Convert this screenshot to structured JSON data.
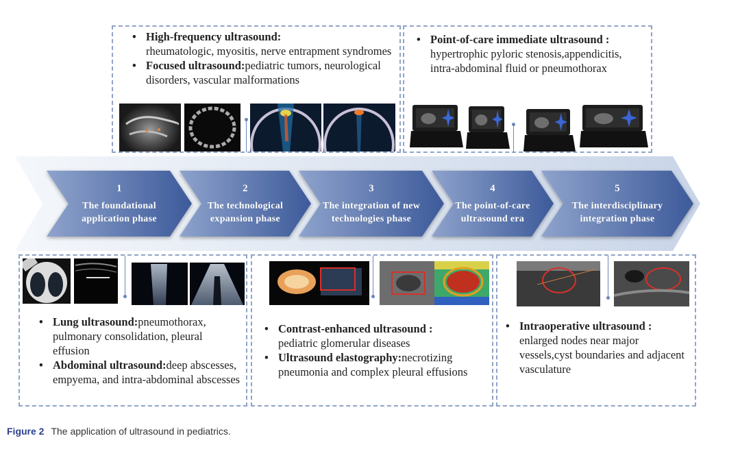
{
  "top_boxes": [
    {
      "id": "high-frequency-focused",
      "bullets": [
        {
          "heading": "High-frequency ultrasound:",
          "text": "rheumatologic, myositis, nerve entrapment syndromes",
          "heading_on_own_line": true
        },
        {
          "heading": "Focused ultrasound:",
          "text": "pediatric tumors, neurological disorders, vascular malformations",
          "heading_on_own_line": false
        }
      ],
      "images": [
        "brain-3d-reconstruction",
        "skull-axial-ultrasound",
        "focused-ultrasound-heatmap-skull-1",
        "focused-ultrasound-heatmap-skull-2"
      ]
    },
    {
      "id": "point-of-care",
      "bullets": [
        {
          "heading": "Point-of-care immediate ultrasound :",
          "text": "hypertrophic pyloric stenosis,appendicitis, intra-abdominal fluid or pneumothorax",
          "heading_on_own_line": true
        }
      ],
      "images": [
        "portable-ultrasound-device-1",
        "portable-ultrasound-device-2",
        "portable-ultrasound-device-3",
        "portable-ultrasound-device-4"
      ]
    }
  ],
  "phases": [
    {
      "number": "1",
      "line1": "The foundational",
      "line2": "application phase"
    },
    {
      "number": "2",
      "line1": "The technological",
      "line2": "expansion phase"
    },
    {
      "number": "3",
      "line1": "The integration of new",
      "line2": "technologies phase"
    },
    {
      "number": "4",
      "line1": "The point-of-care",
      "line2": "ultrasound era"
    },
    {
      "number": "5",
      "line1": "The interdisciplinary",
      "line2": "integration phase"
    }
  ],
  "bottom_boxes": [
    {
      "id": "lung-abdominal",
      "bullets": [
        {
          "heading": "Lung ultrasound:",
          "text": "pneumothorax, pulmonary consolidation, pleural effusion"
        },
        {
          "heading": "Abdominal ultrasound:",
          "text": "deep abscesses, empyema, and intra-abdominal abscesses"
        }
      ],
      "images": [
        "chest-ct-scan",
        "lung-ultrasound-pleural-line",
        "lung-ultrasound-b-lines-1",
        "lung-ultrasound-b-lines-2"
      ]
    },
    {
      "id": "contrast-elastography",
      "bullets": [
        {
          "heading": "Contrast-enhanced ultrasound :",
          "text": "pediatric glomerular diseases",
          "heading_on_own_line": true
        },
        {
          "heading": "Ultrasound elastography:",
          "text": "necrotizing pneumonia and complex pleural effusions"
        }
      ],
      "images": [
        "contrast-enhanced-kidney-ultrasound",
        "elastography-lesion-map"
      ]
    },
    {
      "id": "intraoperative",
      "bullets": [
        {
          "heading": "Intraoperative ultrasound :",
          "text": "enlarged nodes near major vessels,cyst boundaries and adjacent vasculature",
          "heading_on_own_line": true
        }
      ],
      "images": [
        "intraoperative-ultrasound-node",
        "intraoperative-ultrasound-cyst"
      ]
    }
  ],
  "caption": {
    "label": "Figure 2",
    "text": "The application of ultrasound in pediatrics."
  },
  "colors": {
    "phase_dark": "#3d5a9a",
    "phase_light": "#8ea3cc",
    "band": "#dfe6f1",
    "dashed_border": "#8fa3c7",
    "caption_label": "#2b3f8c",
    "highlight_red": "#d8302a",
    "marker_blue": "#3a66d6"
  }
}
